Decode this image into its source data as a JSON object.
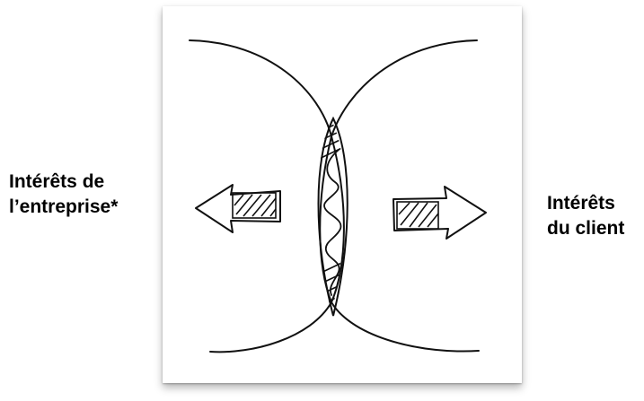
{
  "labels": {
    "left": [
      "Intérêts de",
      "l’entreprise*"
    ],
    "right": [
      "Intérêts",
      "du client"
    ]
  },
  "colors": {
    "ink": "#111111",
    "background": "#ffffff"
  },
  "icons": [
    "left-arrow-icon",
    "right-arrow-icon",
    "wavy-line-icon"
  ]
}
